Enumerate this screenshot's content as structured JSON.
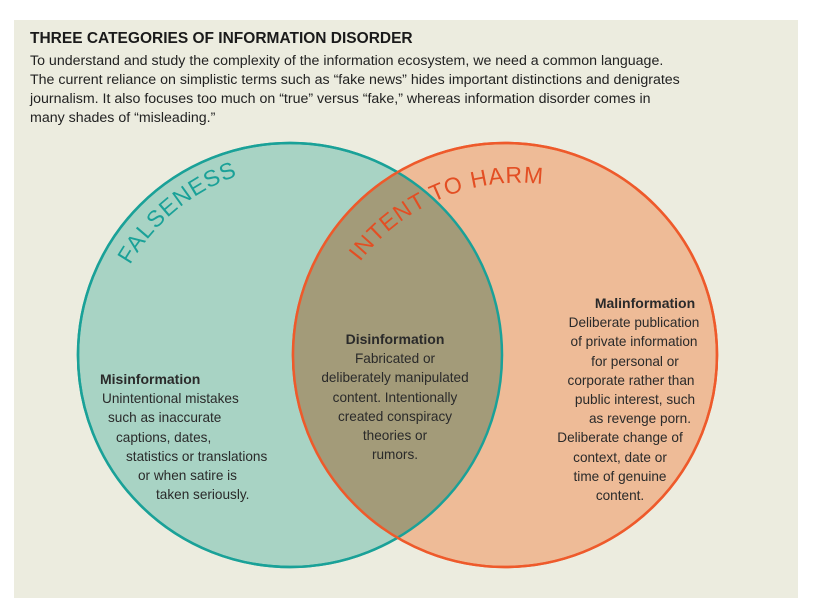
{
  "title": "THREE CATEGORIES OF INFORMATION DISORDER",
  "intro_lines": [
    "To understand and study the complexity of the information ecosystem, we need a common language.",
    "The current reliance on simplistic terms such as “fake news” hides important distinctions and denigrates",
    "journalism. It also focuses too much on “true” versus “fake,” whereas information disorder comes in",
    "many shades of “misleading.”"
  ],
  "circles": {
    "falseness": {
      "label": "FALSENESS",
      "fill": "#a8d3c4",
      "stroke": "#1aa198",
      "label_color": "#1aa198"
    },
    "intent": {
      "label": "INTENT TO HARM",
      "fill": "#eebb97",
      "stroke": "#ee5a2b",
      "label_color": "#e34e23"
    },
    "overlap_fill": "#a39b79"
  },
  "regions": {
    "misinformation": {
      "heading": "Misinformation",
      "lines": [
        "Unintentional mistakes",
        "such as inaccurate",
        "captions, dates,",
        "statistics or translations",
        "or when satire is",
        "taken seriously."
      ]
    },
    "disinformation": {
      "heading": "Disinformation",
      "lines": [
        "Fabricated or",
        "deliberately manipulated",
        "content. Intentionally",
        "created conspiracy",
        "theories or",
        "rumors."
      ]
    },
    "malinformation": {
      "heading": "Malinformation",
      "lines": [
        "Deliberate publication",
        "of private information",
        "for personal or",
        "corporate rather than",
        "public interest, such",
        "as revenge porn.",
        "Deliberate change of",
        "context, date or",
        "time of genuine",
        "content."
      ]
    }
  }
}
